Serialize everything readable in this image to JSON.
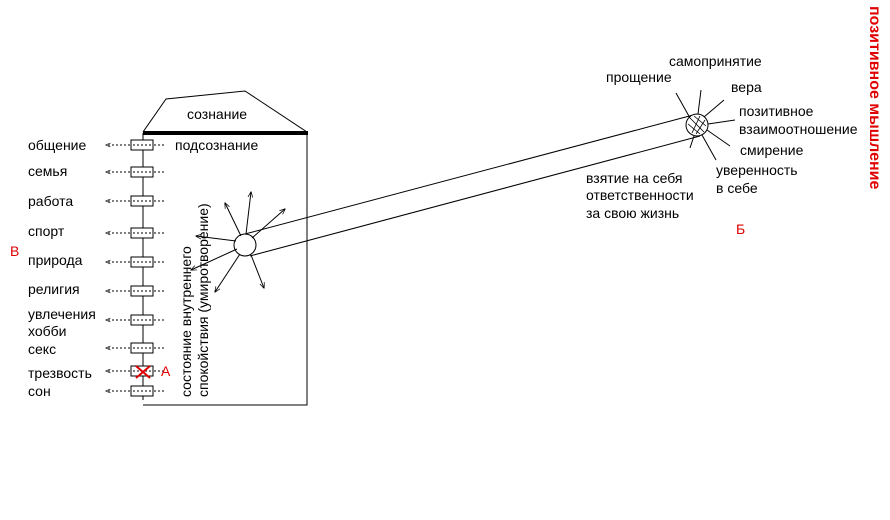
{
  "diagram": {
    "title": "позитивное мышление",
    "roof_label": "сознание",
    "subconscious_label": "подсознание",
    "state_label_line1": "состояние внутреннего",
    "state_label_line2": "спокойствия (умиротворение)",
    "left_items": [
      {
        "label": "общение"
      },
      {
        "label": "семья"
      },
      {
        "label": "работа"
      },
      {
        "label": "спорт"
      },
      {
        "label": "природа"
      },
      {
        "label": "религия"
      },
      {
        "label": "увлечения"
      },
      {
        "label": "хобби"
      },
      {
        "label": "секс"
      },
      {
        "label": "трезвость"
      },
      {
        "label": "сон"
      }
    ],
    "marker_a": "А",
    "marker_b": "Б",
    "marker_v": "В",
    "right_labels": {
      "samoprinyatie": "самопринятие",
      "proshchenie": "прощение",
      "vera": "вера",
      "poz1": "позитивное",
      "poz2": "взаимоотношение",
      "smirenie": "смирение",
      "uver1": "уверенность",
      "uver2": "в себе",
      "vzyatie1": "взятие на себя",
      "vzyatie2": "ответственности",
      "vzyatie3": "за свою жизнь"
    },
    "colors": {
      "accent": "#e00000",
      "ink": "#000000"
    }
  }
}
